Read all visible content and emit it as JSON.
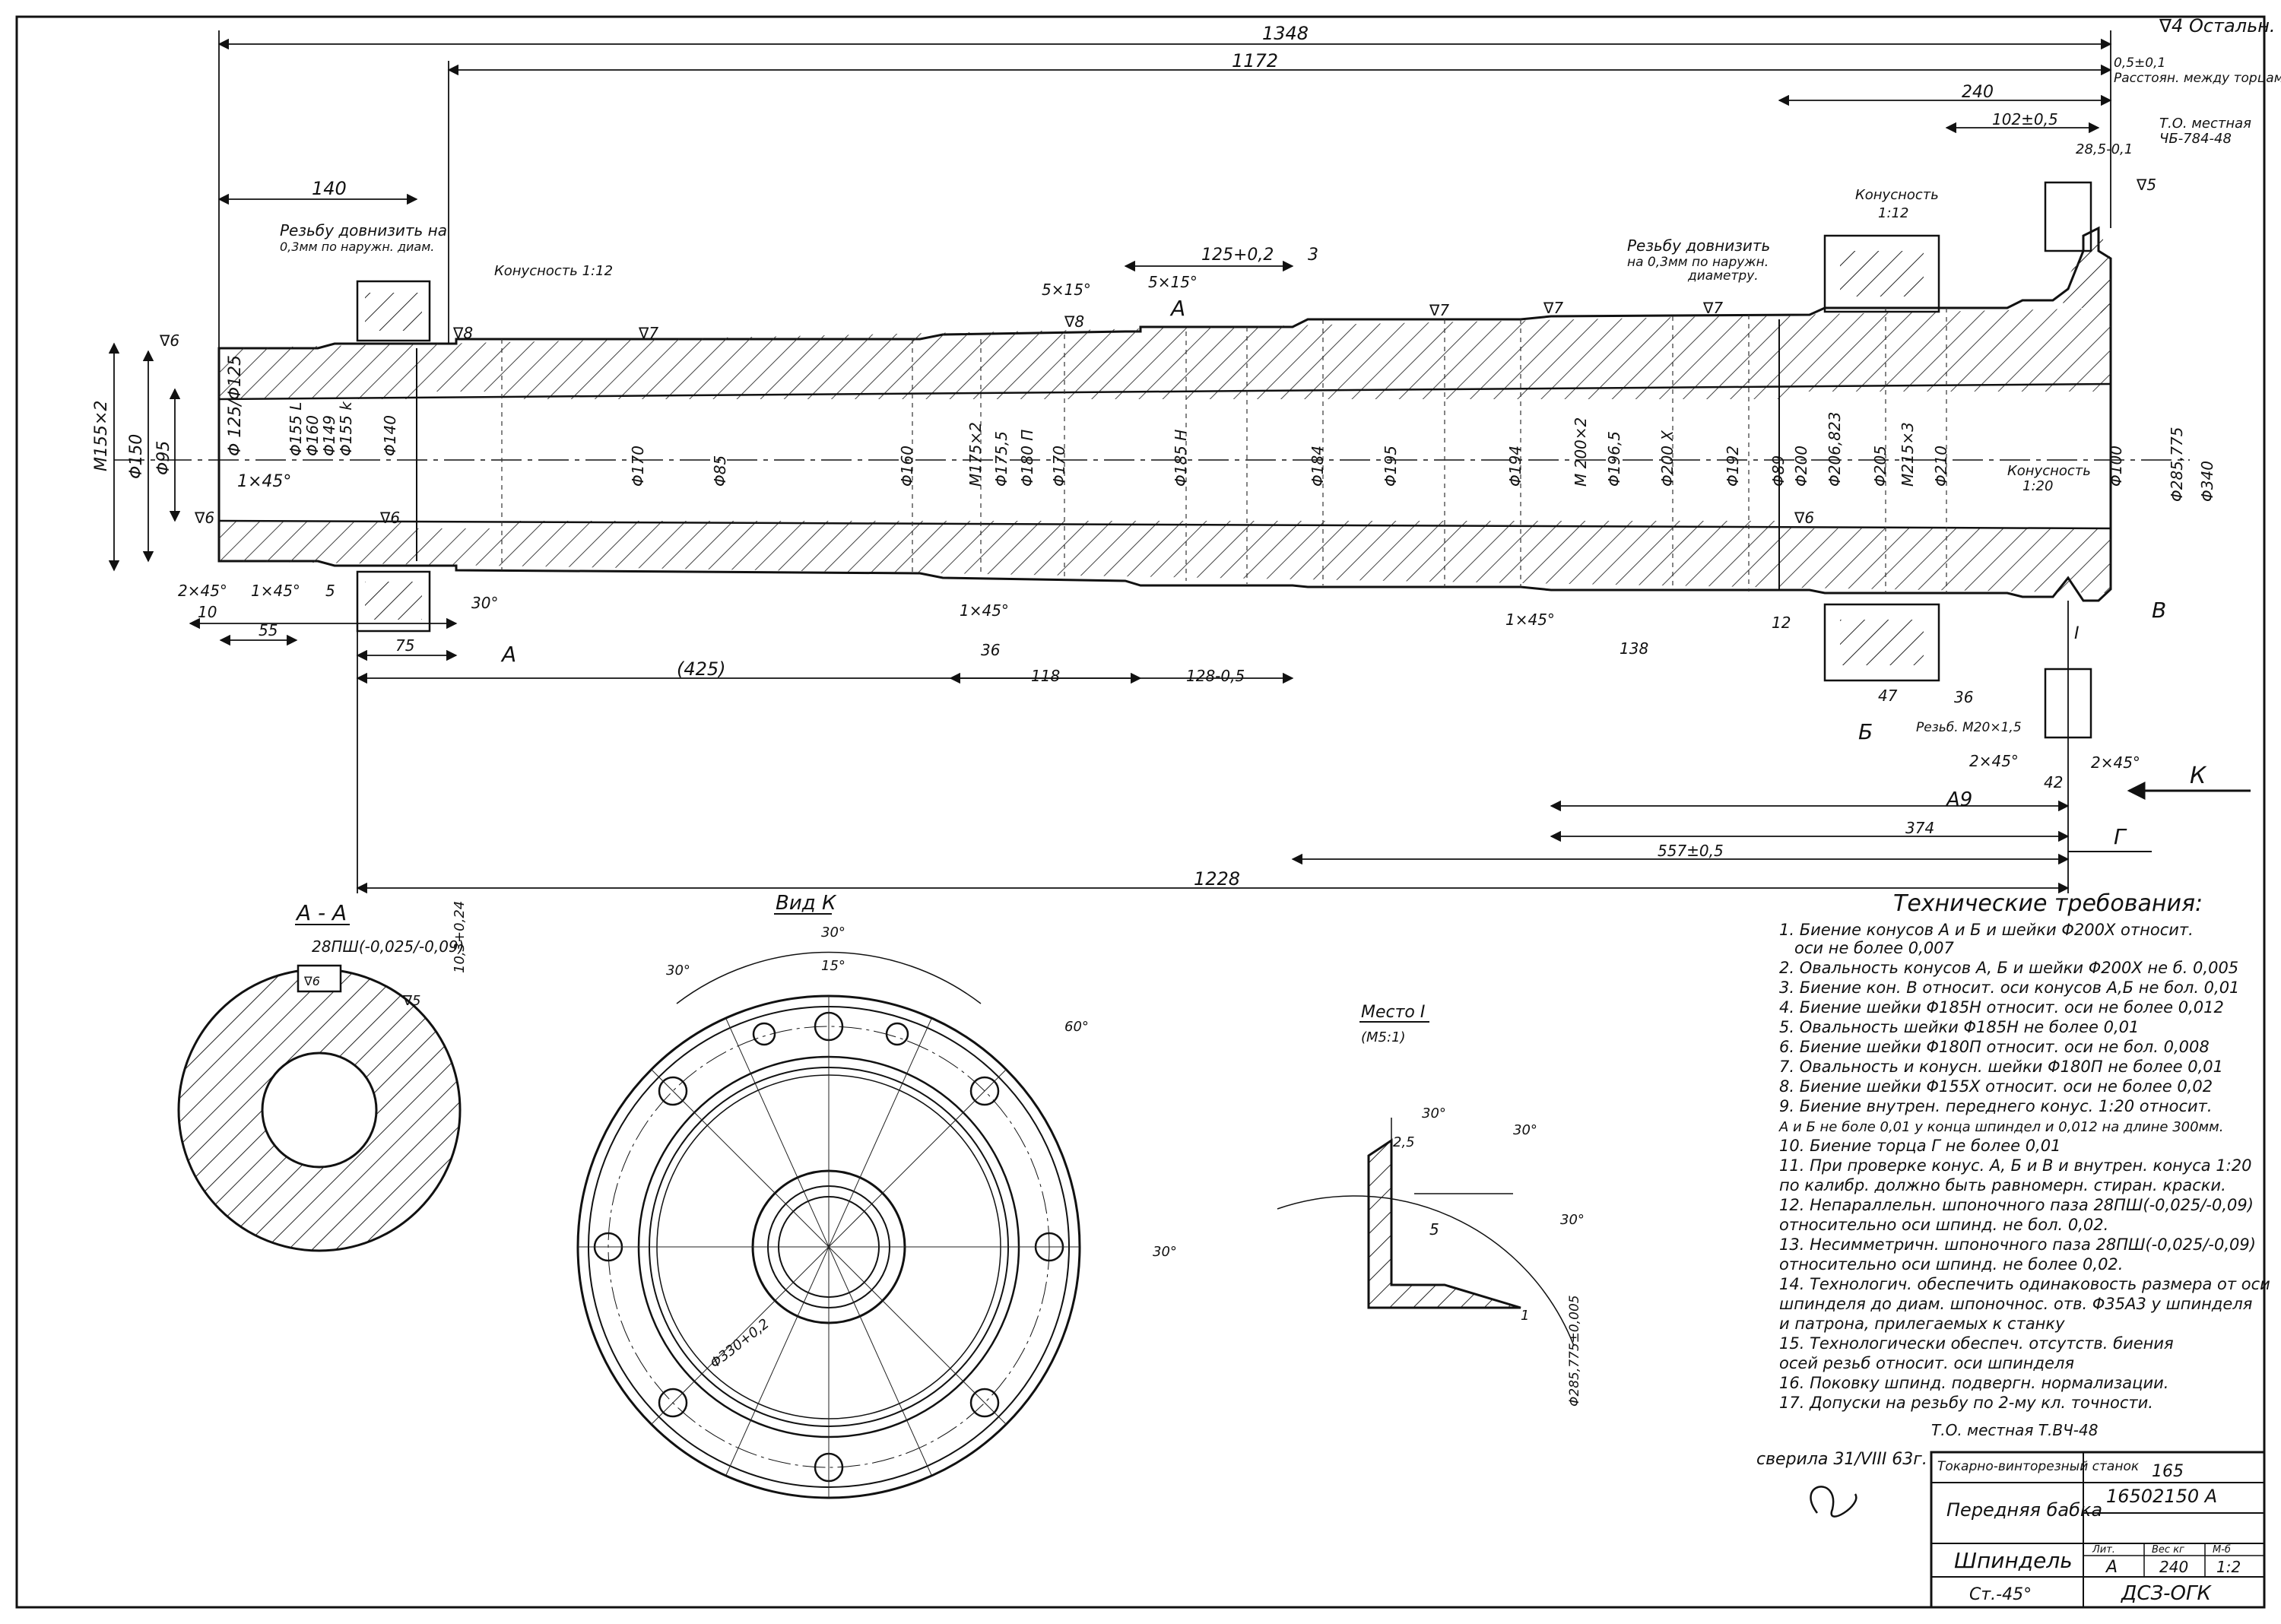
{
  "corner_note": "∇4 Остальн.",
  "top_dimensions": {
    "overall": "1348",
    "second": "1172",
    "left_140": "140",
    "d_240": "240",
    "d_102": "102±0,5",
    "d_285": "28,5-0,1",
    "d_125": "125+0,2",
    "d_3": "3",
    "d_5x15_1": "5×15°",
    "d_5x15_2": "5×15°"
  },
  "top_notes": {
    "gap_note_value": "0,5±0,1",
    "gap_note": "Расстоян. между торцами копира и фланца",
    "to_local": "Т.О. местная",
    "std_ref": "ЧБ-784-48",
    "thread_left_1": "Резьбу довнизить на",
    "thread_left_2": "0,3мм по наружн. диам.",
    "taper_left": "Конусность 1:12",
    "thread_right_1": "Резьбу довнизить",
    "thread_right_2": "на 0,3мм по наружн.",
    "thread_right_3": "диаметру.",
    "taper_right_1": "Конусность",
    "taper_right_2": "1:12",
    "section_mark": "А",
    "taper_inner_1": "Конусность",
    "taper_inner_2": "1:20"
  },
  "left_dims": [
    "M155×2",
    "Φ150",
    "Φ95",
    "Φ 125/Φ125",
    "1×45°"
  ],
  "diameters": [
    "Φ155 L",
    "Φ160",
    "Φ149",
    "Φ155 k",
    "Φ140",
    "Φ170",
    "Φ85",
    "Φ160",
    "M175×2",
    "Φ175,5",
    "Φ180 П",
    "Φ170",
    "Φ185 Н",
    "Φ184",
    "Φ195",
    "Φ194",
    "M 200×2",
    "Φ196,5",
    "Φ200 Х",
    "Φ192",
    "Φ89",
    "Φ200",
    "Φ206,823",
    "Φ205",
    "M215×3",
    "Φ210",
    "Φ100",
    "Φ285,775",
    "Φ340"
  ],
  "roughness": [
    "∇6",
    "∇7",
    "∇8",
    "∇7",
    "∇7",
    "∇7",
    "∇6",
    "∇6",
    "∇8",
    "∇5",
    "∇6"
  ],
  "bottom_dims": {
    "d_2x45": "2×45°",
    "d_1x45a": "1×45°",
    "d_5": "5",
    "d_10": "10",
    "d_55": "55",
    "d_75": "75",
    "d_30deg": "30°",
    "d_A": "А",
    "d_1x45b": "1×45°",
    "d_36": "36",
    "d_425": "(425)",
    "d_118": "118",
    "d_128": "128-0,5",
    "d_1x45c": "1×45°",
    "d_138": "138",
    "d_12": "12",
    "d_47": "47",
    "d_B": "Б",
    "d_B2": "В",
    "d_36b": "36",
    "d_thread": "Резьб. М20×1,5",
    "d_2x45b": "2×45°",
    "d_42": "42",
    "d_A9": "А9",
    "d_374": "374",
    "d_557": "557±0,5",
    "d_1228": "1228",
    "d_G": "Г",
    "d_K": "К",
    "d_I": "I"
  },
  "section_aa": {
    "title": "А - А",
    "key": "28ПШ(-0,025/-0,09)",
    "depth": "10,3+0,24",
    "rough": "∇5",
    "rough2": "∇6"
  },
  "view_k": {
    "title": "Вид К",
    "a30": "30°",
    "a15": "15°",
    "a60": "60°",
    "a30b": "30°",
    "a30c": "30°",
    "d330": "Φ330+0,2"
  },
  "detail_i": {
    "title": "Место I",
    "scale": "(М5:1)",
    "a30": "30°",
    "d25": "2,5",
    "d5": "5",
    "a30b": "30°",
    "a30c": "30°",
    "d1": "1",
    "r": "Φ285,775±0,005"
  },
  "tech_title": "Технические требования:",
  "tech_requirements": [
    "1. Биение конусов А и Б и шейки Φ200Х относит.",
    "оси не более 0,007",
    "2. Овальность конусов А, Б и шейки Φ200Х не б. 0,005",
    "3. Биение кон. В относит. оси конусов А,Б не бол. 0,01",
    "4. Биение шейки Φ185Н относит. оси не более 0,012",
    "5. Овальность шейки Φ185Н не более 0,01",
    "6. Биение шейки Φ180П относит. оси не бол. 0,008",
    "7. Овальность и конусн. шейки Φ180П не более 0,01",
    "8. Биение шейки Φ155Х относит. оси не более 0,02",
    "9. Биение внутрен. переднего конус. 1:20 относит.",
    "А и Б не боле 0,01 у конца шпиндел и 0,012 на длине 300мм.",
    "10. Биение торца Г не более 0,01",
    "11. При проверке конус. А, Б и В и внутрен. конуса 1:20",
    "по калибр. должно быть равномерн. стиран. краски.",
    "12. Непараллельн. шпоночного паза 28ПШ(-0,025/-0,09)",
    "относительно оси шпинд. не бол. 0,02.",
    "13. Несимметричн. шпоночного паза 28ПШ(-0,025/-0,09)",
    "относительно оси шпинд. не более 0,02.",
    "14. Технологич. обеспечить одинаковость размера от оси",
    "шпинделя до диам. шпоночнос. отв. Φ35А3 у шпинделя",
    "и патрона, прилегаемых к станку",
    "15. Технологически обеспеч. отсутств. биения",
    "осей резьб относит. оси шпинделя",
    "16. Поковку шпинд. подвергн. нормализации.",
    "17. Допуски на резьбу по 2-му кл. точности."
  ],
  "heat_note": "Т.О. местная Т.ВЧ-48",
  "signature_note": "сверила 31/VIII 63г.",
  "title_block": {
    "machine": "Токарно-винторезный станок",
    "number": "165",
    "assembly": "Передняя бабка",
    "drawing_no": "16502150 А",
    "part": "Шпиндель",
    "lit_label": "Лит.",
    "mass_label": "Вес кг",
    "scale_label": "М-б",
    "lit": "А",
    "mass": "240",
    "scale": "1:2",
    "material": "Ст.-45°",
    "org": "ДСЗ-ОГК"
  }
}
